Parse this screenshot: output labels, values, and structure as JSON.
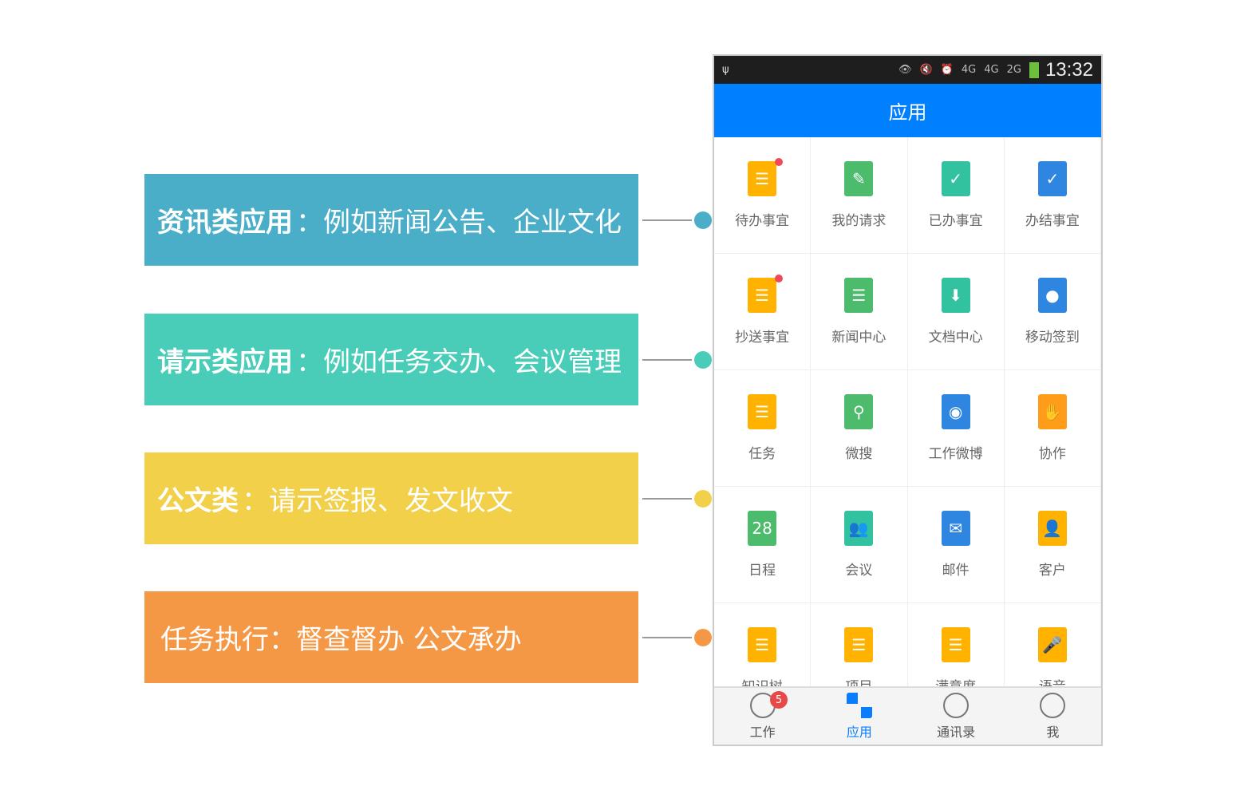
{
  "banners": [
    {
      "bold": "资讯类应用",
      "text": "：例如新闻公告、企业文化",
      "color": "#4aaec8"
    },
    {
      "bold": "请示类应用",
      "text": "：例如任务交办、会议管理",
      "color": "#4acdb8"
    },
    {
      "bold": "公文类",
      "text": "：请示签报、发文收文",
      "color": "#f2d04a"
    },
    {
      "bold": "",
      "text": "任务执行：督查督办 公文承办",
      "color": "#f59845"
    }
  ],
  "status": {
    "usb": "ψ",
    "eye": "👁",
    "mute": "🔇",
    "alarm": "⏰",
    "net1": "4G",
    "net2": "4G",
    "net3": "2G",
    "time": "13:32"
  },
  "header": {
    "title": "应用"
  },
  "apps": [
    {
      "label": "待办事宜",
      "color": "#ffb300",
      "glyph": "☰",
      "dot": true
    },
    {
      "label": "我的请求",
      "color": "#4cbb6c",
      "glyph": "✎"
    },
    {
      "label": "已办事宜",
      "color": "#32c2a0",
      "glyph": "✓"
    },
    {
      "label": "办结事宜",
      "color": "#2e86e0",
      "glyph": "✓"
    },
    {
      "label": "抄送事宜",
      "color": "#ffb300",
      "glyph": "☰",
      "dot": true
    },
    {
      "label": "新闻中心",
      "color": "#4cbb6c",
      "glyph": "☰"
    },
    {
      "label": "文档中心",
      "color": "#32c2a0",
      "glyph": "⬇"
    },
    {
      "label": "移动签到",
      "color": "#2e86e0",
      "glyph": "●"
    },
    {
      "label": "任务",
      "color": "#ffb300",
      "glyph": "☰"
    },
    {
      "label": "微搜",
      "color": "#4cbb6c",
      "glyph": "⚲"
    },
    {
      "label": "工作微博",
      "color": "#2e86e0",
      "glyph": "◉"
    },
    {
      "label": "协作",
      "color": "#ff9d1a",
      "glyph": "✋"
    },
    {
      "label": "日程",
      "color": "#4cbb6c",
      "glyph": "28"
    },
    {
      "label": "会议",
      "color": "#32c2a0",
      "glyph": "👥"
    },
    {
      "label": "邮件",
      "color": "#2e86e0",
      "glyph": "✉"
    },
    {
      "label": "客户",
      "color": "#ffb300",
      "glyph": "👤"
    },
    {
      "label": "知识树",
      "color": "#ffb300",
      "glyph": "☰"
    },
    {
      "label": "项目",
      "color": "#ffb300",
      "glyph": "☰"
    },
    {
      "label": "满意度",
      "color": "#ffb300",
      "glyph": "☰"
    },
    {
      "label": "语音",
      "color": "#ffb300",
      "glyph": "🎤"
    }
  ],
  "tabs": [
    {
      "label": "工作",
      "badge": "5"
    },
    {
      "label": "应用"
    },
    {
      "label": "通讯录"
    },
    {
      "label": "我"
    }
  ]
}
